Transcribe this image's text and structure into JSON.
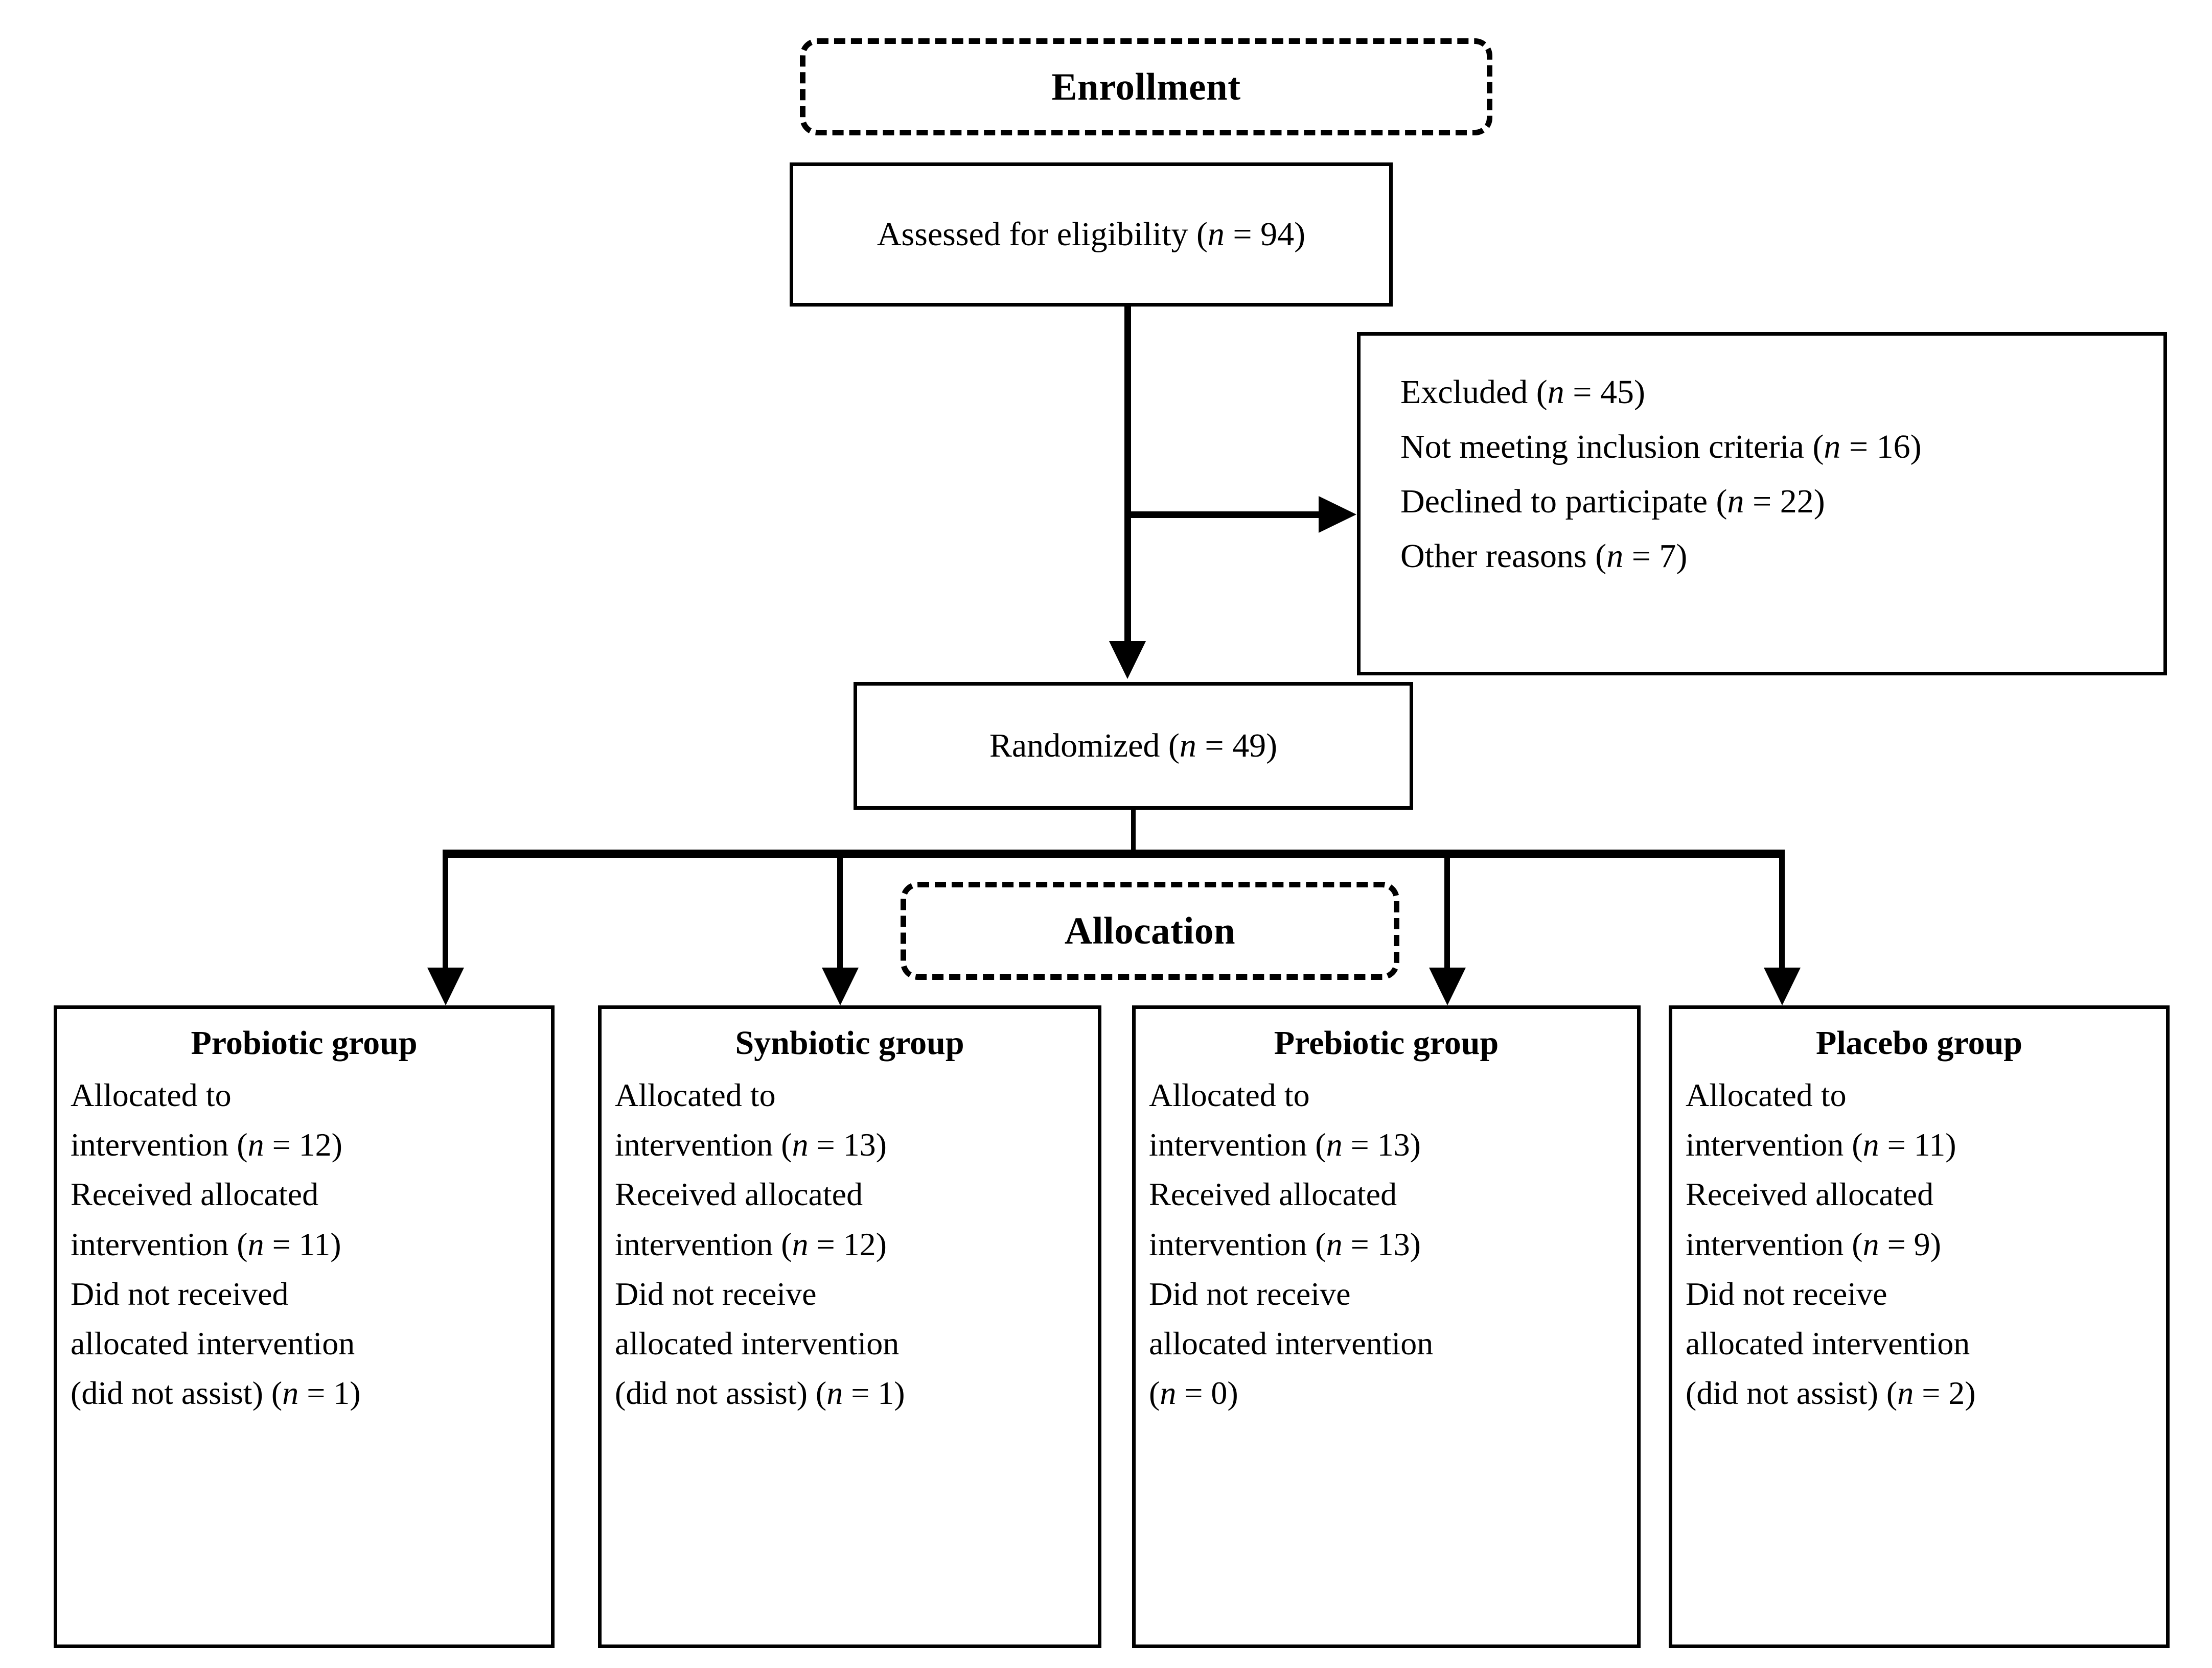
{
  "diagram": {
    "type": "CONSORT participant flow diagram",
    "stages": [
      {
        "name": "enrollment-stage-label",
        "label": "Enrollment"
      },
      {
        "name": "allocation-stage-label",
        "label": "Allocation"
      }
    ]
  },
  "enrollment": {
    "stage_label": "Enrollment",
    "assessed": {
      "text": "Assessed for eligibility (n = 94)",
      "prefix": "Assessed for eligibility (",
      "n_symbol": "n",
      "equals": " = ",
      "value": "94",
      "suffix": ")"
    },
    "excluded": {
      "lines": [
        {
          "prefix": "Excluded (",
          "n_symbol": "n",
          "equals": " = ",
          "value": "45",
          "suffix": ")"
        },
        {
          "prefix": "Not meeting inclusion criteria (",
          "n_symbol": "n",
          "equals": " = ",
          "value": "16",
          "suffix": ")"
        },
        {
          "prefix": "Declined to participate (",
          "n_symbol": "n",
          "equals": " = ",
          "value": "22",
          "suffix": ")"
        },
        {
          "prefix": "Other reasons (",
          "n_symbol": "n",
          "equals": " = ",
          "value": "7",
          "suffix": ")"
        }
      ]
    },
    "randomized": {
      "prefix": "Randomized (",
      "n_symbol": "n",
      "equals": " = ",
      "value": "49",
      "suffix": ")"
    }
  },
  "allocation": {
    "stage_label": "Allocation",
    "groups": [
      {
        "title": "Probiotic group",
        "lines": [
          {
            "text": "Allocated to"
          },
          {
            "prefix": "intervention (",
            "n_symbol": "n",
            "equals": " = ",
            "value": "12",
            "suffix": ")"
          },
          {
            "text": "Received allocated"
          },
          {
            "prefix": "intervention (",
            "n_symbol": "n",
            "equals": " = ",
            "value": "11",
            "suffix": ")"
          },
          {
            "text": "Did not received"
          },
          {
            "text": "allocated intervention"
          },
          {
            "prefix": "(did not assist) (",
            "n_symbol": "n",
            "equals": " = ",
            "value": "1",
            "suffix": ")"
          }
        ]
      },
      {
        "title": "Synbiotic group",
        "lines": [
          {
            "text": "Allocated to"
          },
          {
            "prefix": "intervention (",
            "n_symbol": "n",
            "equals": " = ",
            "value": "13",
            "suffix": ")"
          },
          {
            "text": "Received allocated"
          },
          {
            "prefix": "intervention (",
            "n_symbol": "n",
            "equals": " = ",
            "value": "12",
            "suffix": ")"
          },
          {
            "text": "Did not receive"
          },
          {
            "text": "allocated intervention"
          },
          {
            "prefix": "(did not assist) (",
            "n_symbol": "n",
            "equals": " = ",
            "value": "1",
            "suffix": ")"
          }
        ]
      },
      {
        "title": "Prebiotic group",
        "lines": [
          {
            "text": "Allocated to"
          },
          {
            "prefix": "intervention (",
            "n_symbol": "n",
            "equals": " = ",
            "value": "13",
            "suffix": ")"
          },
          {
            "text": "Received allocated"
          },
          {
            "prefix": "intervention (",
            "n_symbol": "n",
            "equals": " = ",
            "value": "13",
            "suffix": ")"
          },
          {
            "text": "Did not receive"
          },
          {
            "text": "allocated intervention"
          },
          {
            "prefix": "(",
            "n_symbol": "n",
            "equals": " = ",
            "value": "0",
            "suffix": ")"
          }
        ]
      },
      {
        "title": "Placebo group",
        "lines": [
          {
            "text": "Allocated to"
          },
          {
            "prefix": "intervention (",
            "n_symbol": "n",
            "equals": " = ",
            "value": "11",
            "suffix": ")"
          },
          {
            "text": "Received allocated"
          },
          {
            "prefix": "intervention (",
            "n_symbol": "n",
            "equals": " = ",
            "value": "9",
            "suffix": ")"
          },
          {
            "text": "Did not receive"
          },
          {
            "text": "allocated intervention"
          },
          {
            "prefix": "(did not assist) (",
            "n_symbol": "n",
            "equals": " = ",
            "value": "2",
            "suffix": ")"
          }
        ]
      }
    ]
  },
  "colors": {
    "stroke": "#000000",
    "background": "#ffffff"
  }
}
